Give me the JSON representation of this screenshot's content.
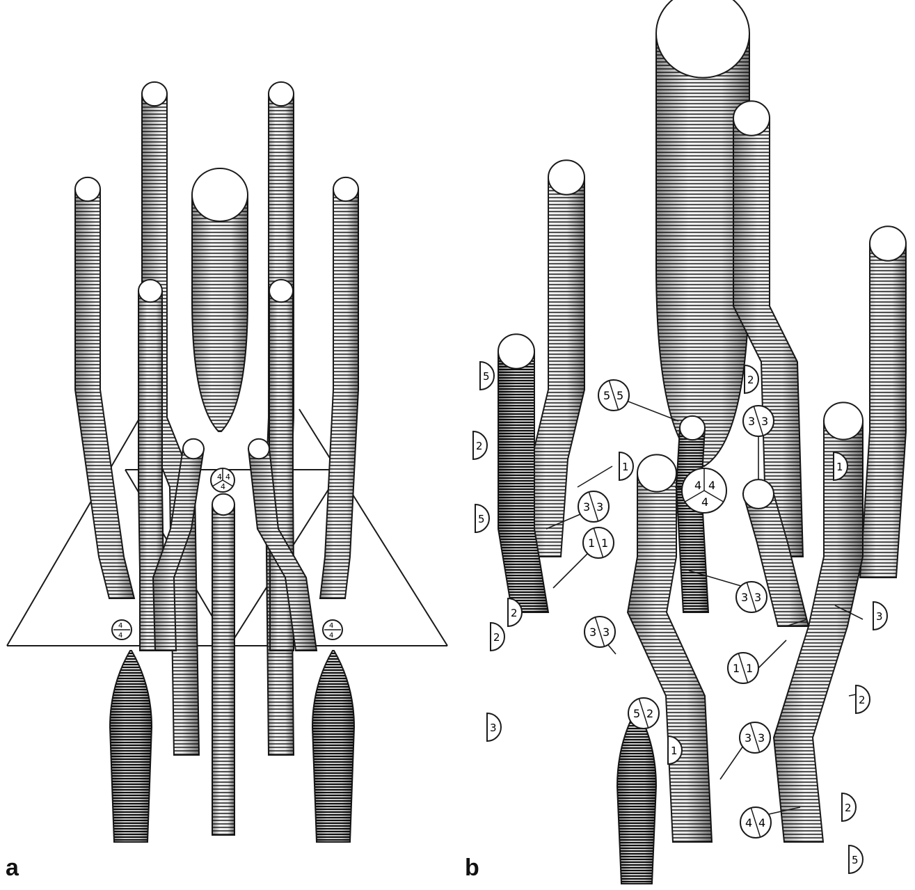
{
  "figure": {
    "panels": [
      {
        "id": "a",
        "label": "a"
      },
      {
        "id": "b",
        "label": "b"
      }
    ],
    "style": {
      "line": "#1a1a1a",
      "fill": "#ffffff",
      "shade": "#555555"
    }
  },
  "panel_a": {
    "center_badge": [
      "4",
      "4",
      "4"
    ],
    "left_badge": [
      "4",
      "4"
    ],
    "right_badge": [
      "4",
      "4"
    ]
  },
  "panel_b": {
    "circle_badges": [
      [
        "5",
        "5"
      ],
      [
        "3",
        "3"
      ],
      [
        "3",
        "3"
      ],
      [
        "1",
        "1"
      ],
      [
        "3",
        "3"
      ],
      [
        "3",
        "3"
      ],
      [
        "1",
        "1"
      ],
      [
        "3",
        "3"
      ],
      [
        "5",
        "2"
      ],
      [
        "4",
        "4"
      ],
      [
        "4",
        "4",
        "4"
      ]
    ],
    "half_badges": [
      "5",
      "2",
      "1",
      "5",
      "2",
      "2",
      "3",
      "1",
      "2",
      "3",
      "2",
      "1",
      "2",
      "5"
    ]
  }
}
